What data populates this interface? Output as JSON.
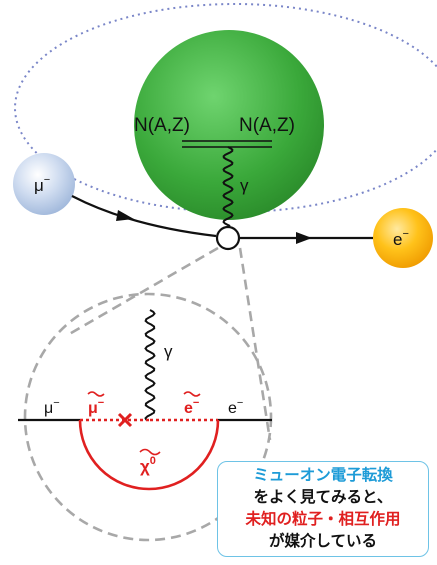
{
  "top": {
    "nucleus_left": "N(A,Z)",
    "nucleus_right": "N(A,Z)",
    "photon": "γ",
    "muon": "μ",
    "muon_charge": "−",
    "electron": "e",
    "electron_charge": "−"
  },
  "zoom": {
    "photon": "γ",
    "muon": "μ",
    "muon_charge": "−",
    "smuon": "μ",
    "smuon_charge": "−",
    "selectron": "e",
    "selectron_charge": "−",
    "electron": "e",
    "electron_charge": "−",
    "neutralino": "χ",
    "neutralino_sup": "0"
  },
  "callout": {
    "line1": "ミューオン電子転換",
    "line2": "をよく見てみると、",
    "line3": "未知の粒子・相互作用",
    "line4": "が媒介している"
  },
  "colors": {
    "nucleus": "#3aa83a",
    "muon_ball": "#b9cfe9",
    "electron_ball": "#f5a800",
    "susy_red": "#e02020",
    "orbit": "#7a86c8",
    "callout_border": "#6ec3e6",
    "callout_title": "#1d9bd7"
  }
}
